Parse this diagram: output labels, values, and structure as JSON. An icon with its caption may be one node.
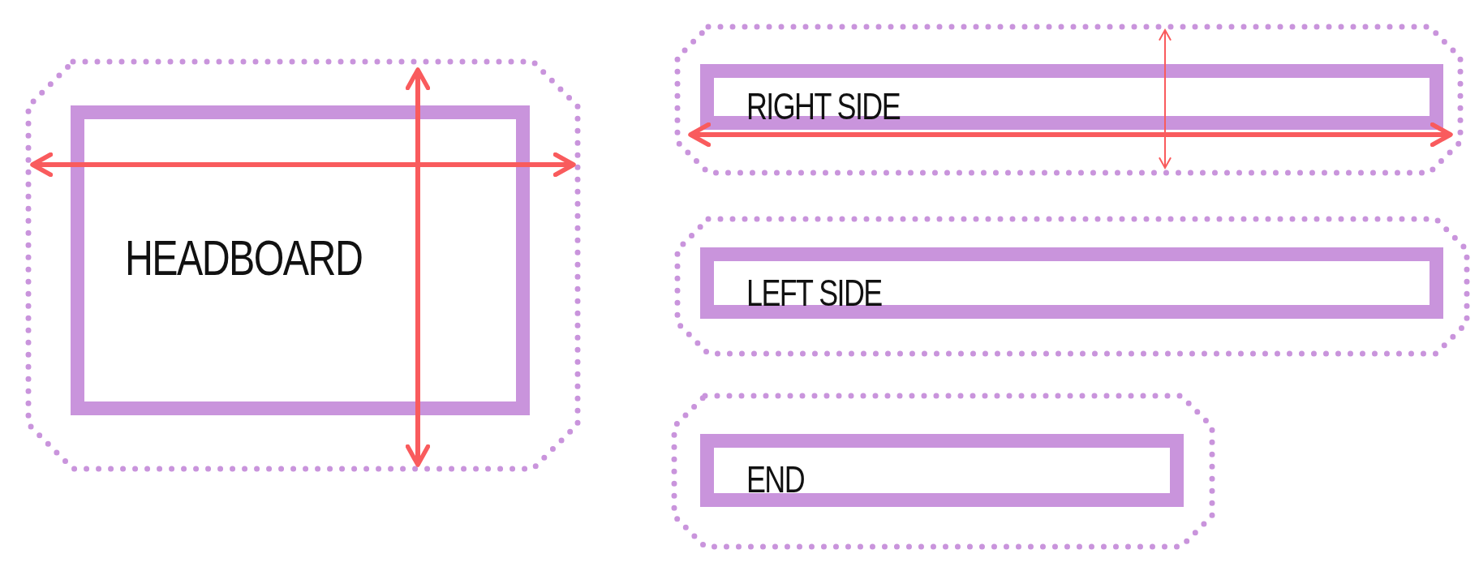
{
  "diagram": {
    "nodes": [
      {
        "text": [
          "HEADBOARD"
        ]
      },
      {
        "text": [
          "RIGHT SIDE"
        ]
      },
      {
        "text": [
          "LEFT SIDE"
        ]
      },
      {
        "text": [
          "END"
        ]
      }
    ]
  }
}
